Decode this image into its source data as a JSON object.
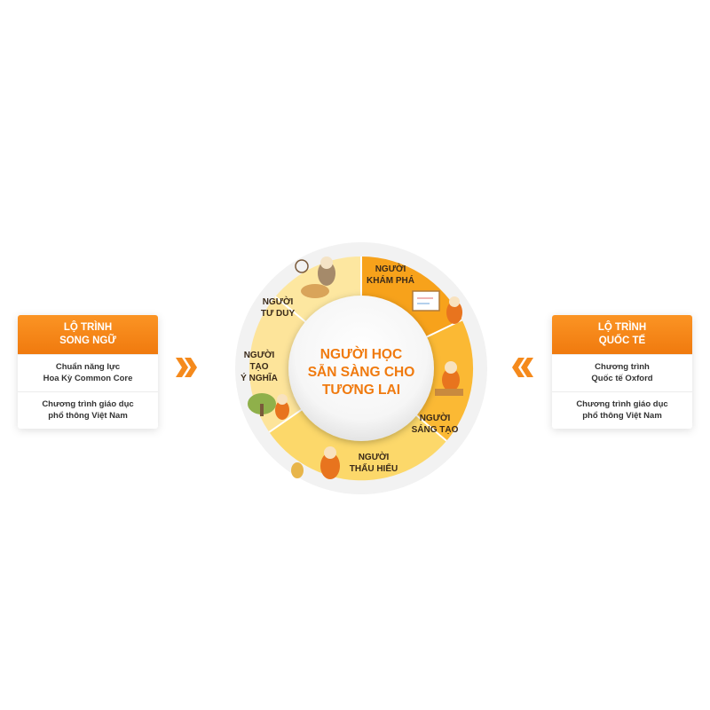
{
  "left_card": {
    "title_line1": "LỘ TRÌNH",
    "title_line2": "SONG NGỮ",
    "rows": [
      {
        "line1": "Chuẩn năng lực",
        "line2": "Hoa Kỳ Common Core"
      },
      {
        "line1": "Chương trình giáo dục",
        "line2": "phổ thông Việt Nam"
      }
    ]
  },
  "right_card": {
    "title_line1": "LỘ TRÌNH",
    "title_line2": "QUỐC TẾ",
    "rows": [
      {
        "line1": "Chương trình",
        "line2": "Quốc tế Oxford"
      },
      {
        "line1": "Chương trình giáo dục",
        "line2": "phổ thông Việt Nam"
      }
    ]
  },
  "center": {
    "line1": "NGƯỜI HỌC",
    "line2": "SẴN SÀNG CHO",
    "line3": "TƯƠNG LAI"
  },
  "segments": [
    {
      "line1": "NGƯỜI",
      "line2": "TƯ DUY"
    },
    {
      "line1": "NGƯỜI",
      "line2": "KHÁM PHÁ"
    },
    {
      "line1": "NGƯỜI",
      "line2": "TẠO",
      "line3": "Ý NGHĨA"
    },
    {
      "line1": "NGƯỜI",
      "line2": "SÁNG TẠO"
    },
    {
      "line1": "NGƯỜI",
      "line2": "THẤU HIỂU"
    }
  ],
  "colors": {
    "accent": "#f07a0e",
    "segment_orange": "#f7a21b",
    "segment_light": "#fcdc7a",
    "segment_pale": "#fde9a4"
  }
}
